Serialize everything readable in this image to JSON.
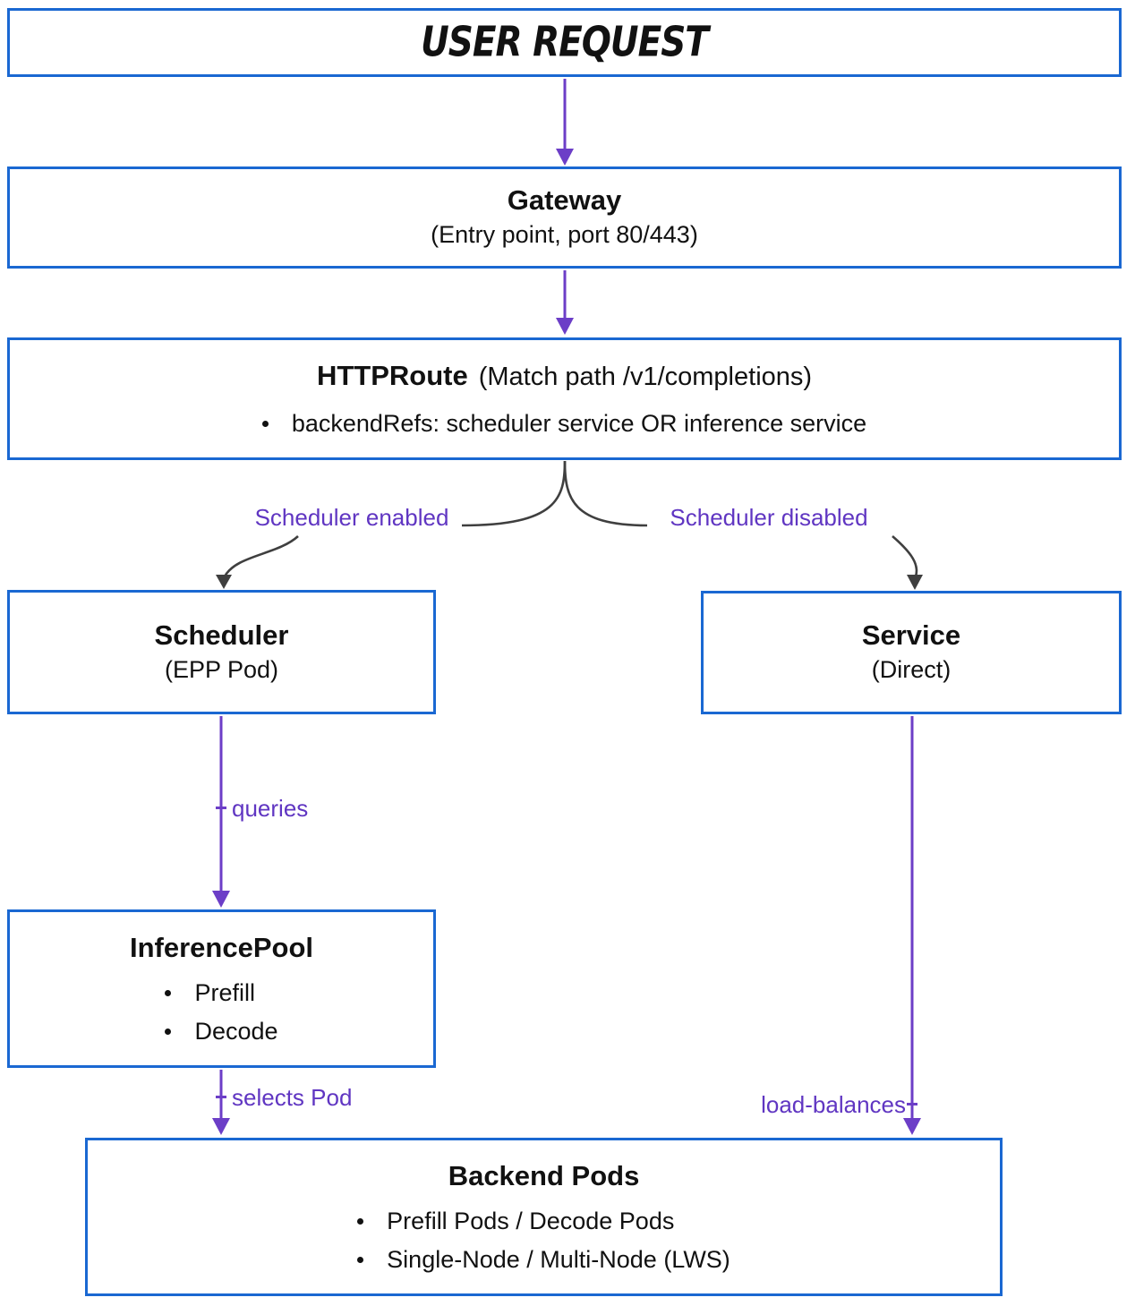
{
  "diagram": {
    "nodes": {
      "user_request": {
        "title": "USER REQUEST"
      },
      "gateway": {
        "title": "Gateway",
        "subtitle": "(Entry point, port 80/443)"
      },
      "httproute": {
        "title": "HTTPRoute",
        "title_suffix": "(Match path /v1/completions)",
        "bullets": [
          "backendRefs: scheduler service OR inference service"
        ]
      },
      "scheduler": {
        "title": "Scheduler",
        "subtitle": "(EPP Pod)"
      },
      "service": {
        "title": "Service",
        "subtitle": "(Direct)"
      },
      "inference_pool": {
        "title": "InferencePool",
        "bullets": [
          "Prefill",
          "Decode"
        ]
      },
      "backend_pods": {
        "title": "Backend Pods",
        "bullets": [
          "Prefill Pods / Decode Pods",
          "Single-Node / Multi-Node (LWS)"
        ]
      }
    },
    "edge_labels": {
      "scheduler_enabled": "Scheduler enabled",
      "scheduler_disabled": "Scheduler disabled",
      "queries": "queries",
      "selects_pod": "selects Pod",
      "load_balances": "load-balances"
    },
    "colors": {
      "box_border": "#1a68d2",
      "arrow_purple": "#6c3ec7",
      "label_purple": "#6036c2",
      "arrow_dark": "#3f3f3f",
      "text": "#111111",
      "bg": "#ffffff"
    }
  }
}
